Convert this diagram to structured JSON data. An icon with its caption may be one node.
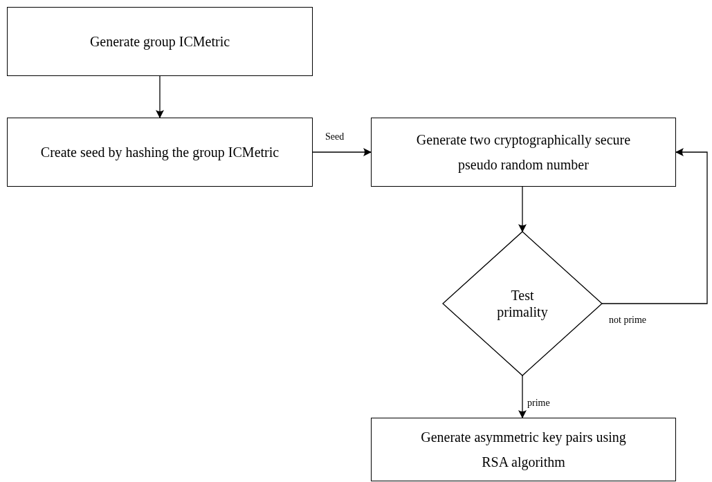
{
  "diagram": {
    "nodes": [
      {
        "text": [
          "Generate group ICMetric"
        ]
      },
      {
        "text": [
          "Create seed by hashing the group ICMetric"
        ]
      },
      {
        "text": [
          "Generate two cryptographically secure pseudo random number"
        ]
      },
      {
        "text": [
          "Test primality"
        ]
      },
      {
        "text": [
          "Generate asymmetric key pairs using RSA algorithm"
        ]
      }
    ],
    "edges": [
      {
        "from": 0,
        "to": 1,
        "arrow": "to"
      },
      {
        "from": 1,
        "to": 2,
        "arrow": "to",
        "label": "Seed"
      },
      {
        "from": 2,
        "to": 3,
        "arrow": "to"
      },
      {
        "from": 3,
        "to": 4,
        "arrow": "to",
        "label": "prime"
      },
      {
        "from": 3,
        "to": 2,
        "arrow": "to",
        "label": "not prime"
      }
    ]
  }
}
